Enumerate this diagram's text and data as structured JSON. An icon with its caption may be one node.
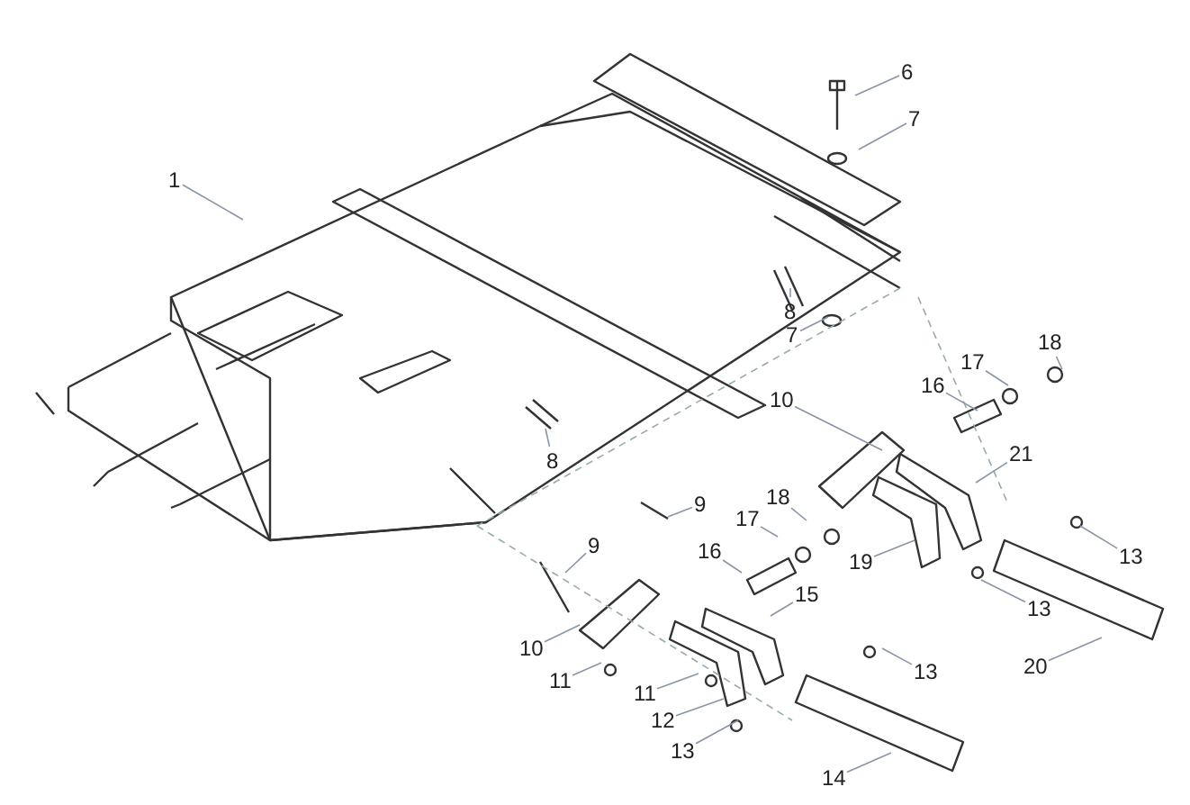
{
  "diagram": {
    "nodes": [
      {
        "text": [
          "1"
        ]
      },
      {
        "text": [
          "6"
        ]
      },
      {
        "text": [
          "7"
        ]
      },
      {
        "text": [
          "8"
        ]
      },
      {
        "text": [
          "7"
        ]
      },
      {
        "text": [
          "8"
        ]
      },
      {
        "text": [
          "10"
        ]
      },
      {
        "text": [
          "18"
        ]
      },
      {
        "text": [
          "17"
        ]
      },
      {
        "text": [
          "16"
        ]
      },
      {
        "text": [
          "21"
        ]
      },
      {
        "text": [
          "9"
        ]
      },
      {
        "text": [
          "18"
        ]
      },
      {
        "text": [
          "17"
        ]
      },
      {
        "text": [
          "9"
        ]
      },
      {
        "text": [
          "16"
        ]
      },
      {
        "text": [
          "19"
        ]
      },
      {
        "text": [
          "15"
        ]
      },
      {
        "text": [
          "13"
        ]
      },
      {
        "text": [
          "13"
        ]
      },
      {
        "text": [
          "20"
        ]
      },
      {
        "text": [
          "10"
        ]
      },
      {
        "text": [
          "11"
        ]
      },
      {
        "text": [
          "11"
        ]
      },
      {
        "text": [
          "12"
        ]
      },
      {
        "text": [
          "13"
        ]
      },
      {
        "text": [
          "13"
        ]
      },
      {
        "text": [
          "14"
        ]
      }
    ],
    "edges": [
      {
        "from": 0,
        "to": null,
        "arrow": "none"
      },
      {
        "from": 1,
        "to": null,
        "arrow": "none"
      },
      {
        "from": 2,
        "to": null,
        "arrow": "none"
      },
      {
        "from": 3,
        "to": null,
        "arrow": "none"
      },
      {
        "from": 4,
        "to": null,
        "arrow": "none"
      },
      {
        "from": 5,
        "to": null,
        "arrow": "none"
      },
      {
        "from": 6,
        "to": null,
        "arrow": "none"
      },
      {
        "from": 7,
        "to": null,
        "arrow": "none"
      },
      {
        "from": 8,
        "to": null,
        "arrow": "none"
      },
      {
        "from": 9,
        "to": null,
        "arrow": "none"
      },
      {
        "from": 10,
        "to": null,
        "arrow": "none"
      },
      {
        "from": 11,
        "to": null,
        "arrow": "none"
      },
      {
        "from": 12,
        "to": null,
        "arrow": "none"
      },
      {
        "from": 13,
        "to": null,
        "arrow": "none"
      },
      {
        "from": 14,
        "to": null,
        "arrow": "none"
      },
      {
        "from": 15,
        "to": null,
        "arrow": "none"
      },
      {
        "from": 16,
        "to": null,
        "arrow": "none"
      },
      {
        "from": 17,
        "to": null,
        "arrow": "none"
      },
      {
        "from": 18,
        "to": null,
        "arrow": "none"
      },
      {
        "from": 19,
        "to": null,
        "arrow": "none"
      },
      {
        "from": 20,
        "to": null,
        "arrow": "none"
      },
      {
        "from": 21,
        "to": null,
        "arrow": "none"
      },
      {
        "from": 22,
        "to": null,
        "arrow": "none"
      },
      {
        "from": 23,
        "to": null,
        "arrow": "none"
      },
      {
        "from": 24,
        "to": null,
        "arrow": "none"
      },
      {
        "from": 25,
        "to": null,
        "arrow": "none"
      },
      {
        "from": 26,
        "to": null,
        "arrow": "none"
      },
      {
        "from": 27,
        "to": null,
        "arrow": "none"
      }
    ]
  }
}
